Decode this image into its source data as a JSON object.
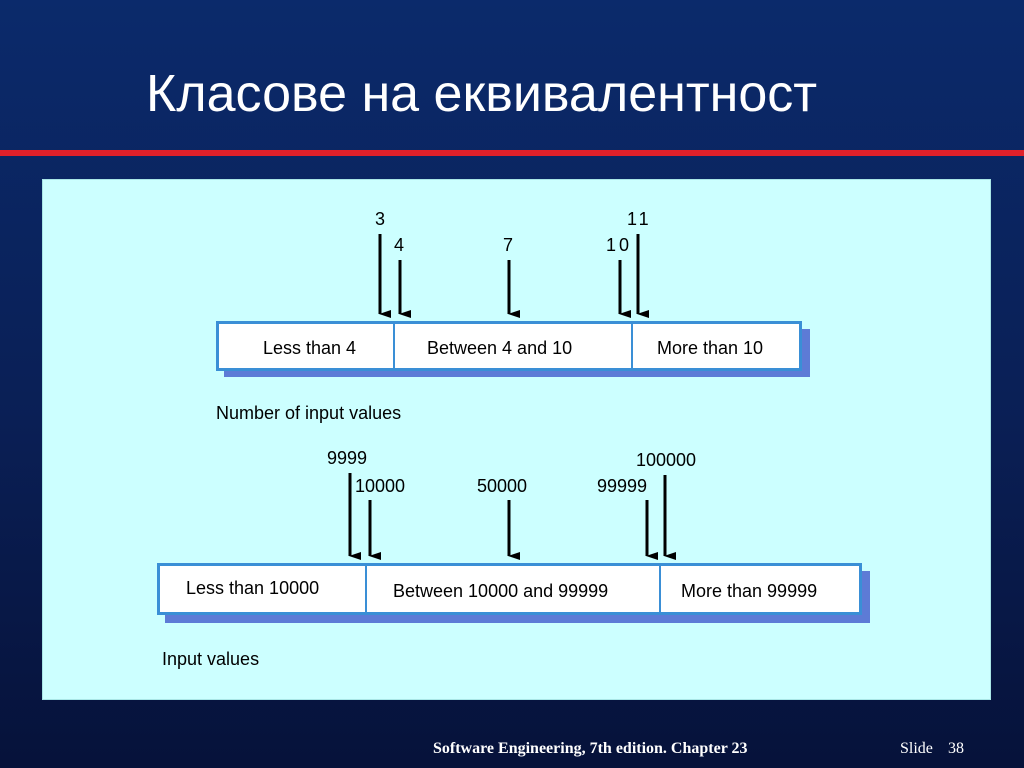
{
  "slide": {
    "title": "Класове на еквивалентност"
  },
  "diagram1": {
    "labels": {
      "v3": "3",
      "v4": "4",
      "v7": "7",
      "v10": "10",
      "v11": "11"
    },
    "partitions": [
      "Less than 4",
      "Between 4 and 10",
      "More than 10"
    ],
    "caption": "Number of input values"
  },
  "diagram2": {
    "labels": {
      "v9999": "9999",
      "v10000": "10000",
      "v50000": "50000",
      "v99999": "99999",
      "v100000": "100000"
    },
    "partitions": [
      "Less than 10000",
      "Between 10000 and 99999",
      "More than 99999"
    ],
    "caption": "Input values"
  },
  "footer": {
    "book": "Software Engineering, 7th edition. Chapter 23",
    "slide_label": "Slide",
    "slide_number": "38"
  },
  "colors": {
    "background": "#0a1f55",
    "panel": "#ccffff",
    "rule": "#e0202a",
    "box_border": "#3a8fd6",
    "box_shadow": "#5d7bd6"
  }
}
